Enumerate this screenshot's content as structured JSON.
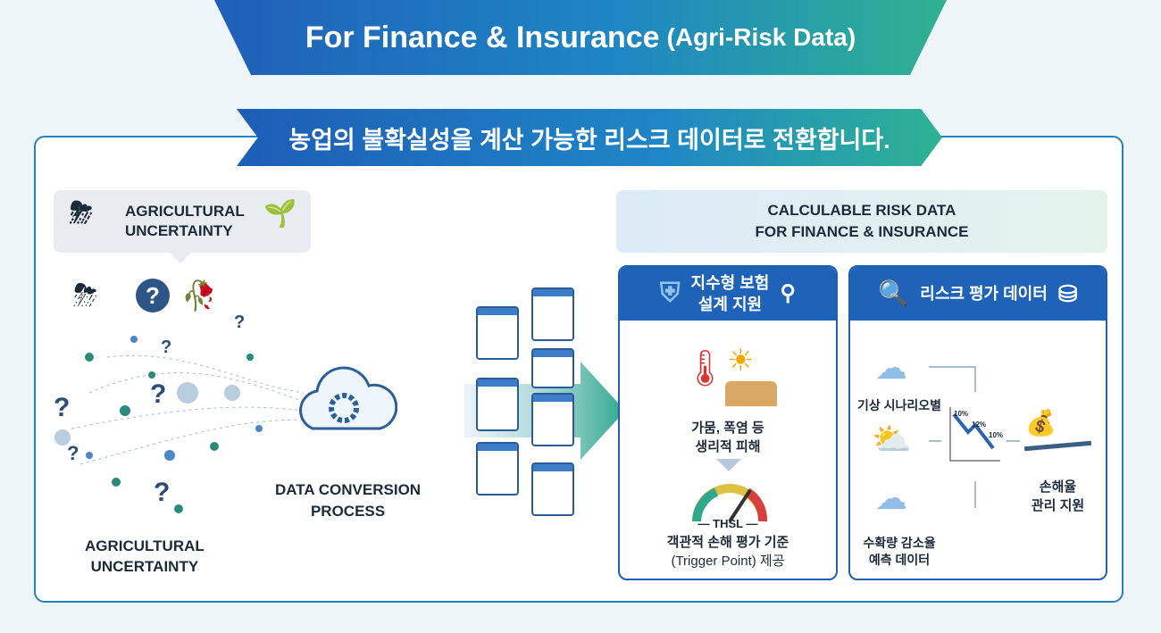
{
  "title": {
    "main": "For Finance & Insurance",
    "sub": "(Agri-Risk Data)"
  },
  "subtitle": "농업의 불확실성을 계산 가능한 리스크 데이터로 전환합니다.",
  "left": {
    "label_line1": "AGRICULTURAL",
    "label_line2": "UNCERTAINTY",
    "bottom_line1": "AGRICULTURAL",
    "bottom_line2": "UNCERTAINTY"
  },
  "process": {
    "line1": "DATA CONVERSION",
    "line2": "PROCESS"
  },
  "right_header": {
    "line1": "CALCULABLE RISK DATA",
    "line2": "FOR FINANCE & INSURANCE"
  },
  "card1": {
    "title_line1": "지수형 보험",
    "title_line2": "설계 지원",
    "damage_line1": "가뭄, 폭염 등",
    "damage_line2": "생리적 피해",
    "gauge_label": "THSL",
    "basis_line1": "객관적 손해 평가 기준",
    "basis_line2": "(Trigger Point) 제공"
  },
  "card2": {
    "title": "리스크 평가 데이터",
    "weather": "기상 시나리오별",
    "yield_line1": "수확량 감소율",
    "yield_line2": "예측 데이터",
    "chart_labels": [
      "10%",
      "12%",
      "10%"
    ],
    "loss_line1": "손해율",
    "loss_line2": "관리 지원"
  },
  "colors": {
    "blue": "#1f63b8",
    "green": "#2fb28f"
  }
}
